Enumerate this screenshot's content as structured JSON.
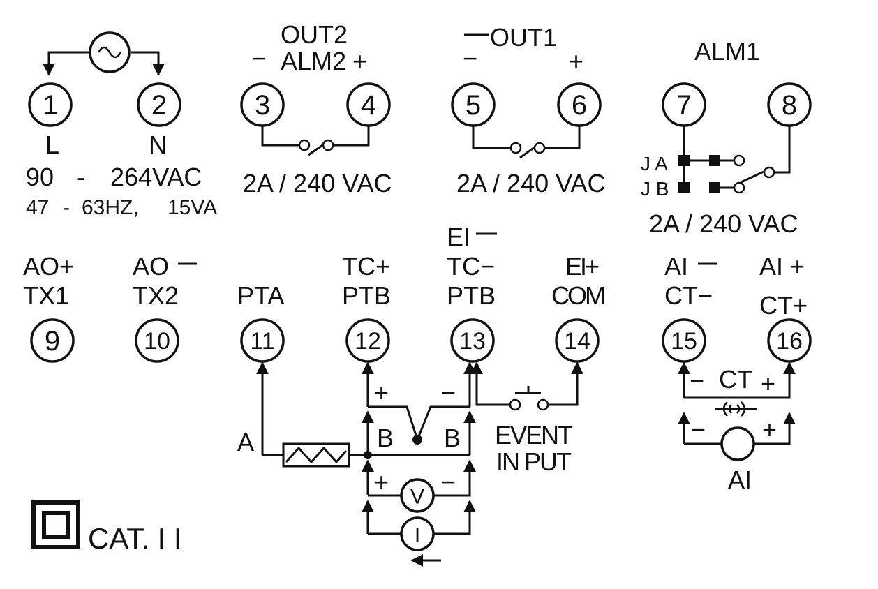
{
  "terminals": [
    {
      "num": "1"
    },
    {
      "num": "2"
    },
    {
      "num": "3"
    },
    {
      "num": "4"
    },
    {
      "num": "5"
    },
    {
      "num": "6"
    },
    {
      "num": "7"
    },
    {
      "num": "8"
    },
    {
      "num": "9"
    },
    {
      "num": "10"
    },
    {
      "num": "11"
    },
    {
      "num": "12"
    },
    {
      "num": "13"
    },
    {
      "num": "14"
    },
    {
      "num": "15"
    },
    {
      "num": "16"
    }
  ],
  "power": {
    "l_label": "L",
    "n_label": "N",
    "voltage_a": "90",
    "voltage_dash": "-",
    "voltage_b": "264VAC",
    "freq_a": "47",
    "freq_dash": "-",
    "freq_b": "63HZ,",
    "freq_va": "15VA"
  },
  "out2": {
    "title_top": "OUT2",
    "title_bottom": "ALM2",
    "minus": "−",
    "plus": "+",
    "rating": "2A / 240 VAC"
  },
  "out1": {
    "title": "OUT1",
    "minus": "−",
    "plus": "+",
    "rating": "2A / 240 VAC"
  },
  "alm1": {
    "title": "ALM1",
    "ja": "J A",
    "jb": "J B",
    "rating": "2A   /    240   VAC"
  },
  "labels": {
    "ao_plus": "AO+",
    "tx1": "TX1",
    "ao_minus": "AO",
    "tx2": "TX2",
    "pta": "PTA",
    "tc_plus": "TC+",
    "ptb12": "PTB",
    "ei_minus": "EI",
    "tc_minus": "TC−",
    "ptb13": "PTB",
    "ei_plus": "EI+",
    "com": "COM",
    "ai_minus": "AI",
    "ct_minus": "CT−",
    "ai_plus": "AI +",
    "ct_plus": "CT+"
  },
  "wiring": {
    "a_label": "A",
    "b_left": "B",
    "b_right": "B",
    "plus_top": "+",
    "minus_top": "−",
    "plus_v": "+",
    "minus_v": "−",
    "voltmeter": "V",
    "ammeter": "I",
    "event_top": "EVENT",
    "event_bottom": "IN PUT",
    "ct_label": "CT",
    "ct_minus": "−",
    "ct_plus": "+",
    "ai_minus": "−",
    "ai_plus": "+",
    "ai_label": "AI"
  },
  "cat": "CAT.  I  I"
}
